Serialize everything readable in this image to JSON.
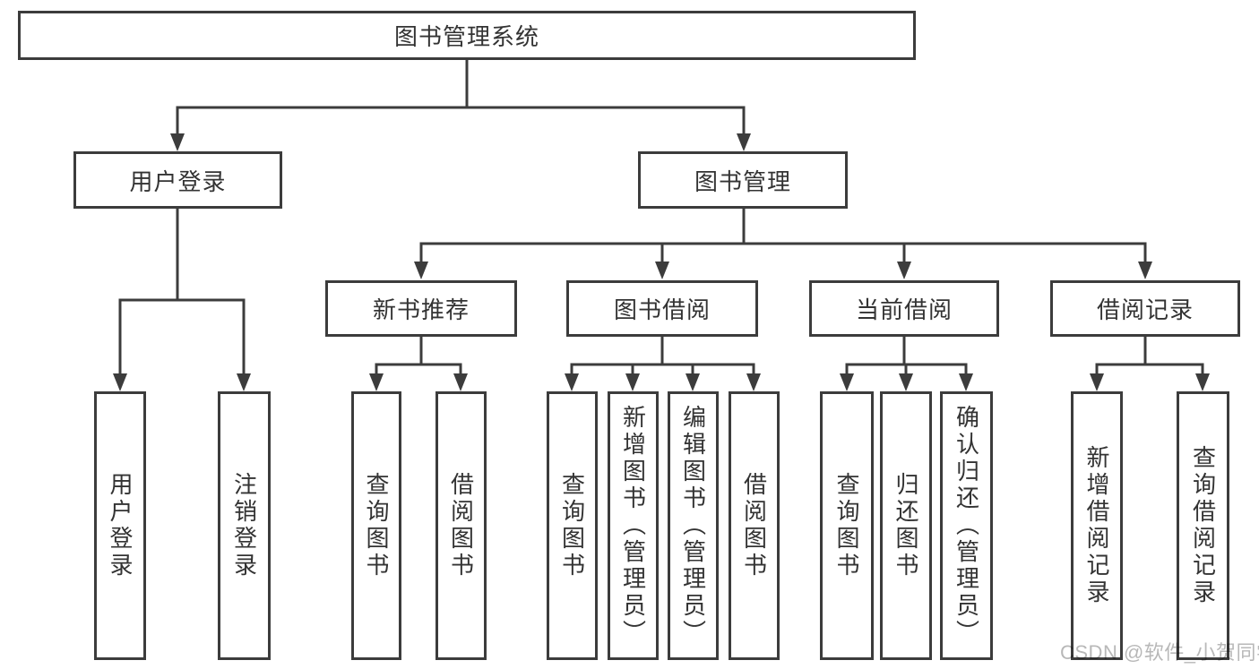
{
  "diagram": {
    "title": "图书管理系统",
    "watermark": "CSDN @软件_小贺同学",
    "colors": {
      "line": "#3c3c3c",
      "text": "#333333",
      "watermark": "#b8b8b8",
      "background": "#ffffff"
    },
    "tree": {
      "label": "图书管理系统",
      "children": [
        {
          "label": "用户登录",
          "children": [
            {
              "label": "用户登录"
            },
            {
              "label": "注销登录"
            }
          ]
        },
        {
          "label": "图书管理",
          "children": [
            {
              "label": "新书推荐",
              "children": [
                {
                  "label": "查询图书"
                },
                {
                  "label": "借阅图书"
                }
              ]
            },
            {
              "label": "图书借阅",
              "children": [
                {
                  "label": "查询图书"
                },
                {
                  "label": "新增图书（管理员）"
                },
                {
                  "label": "编辑图书（管理员）"
                },
                {
                  "label": "借阅图书"
                }
              ]
            },
            {
              "label": "当前借阅",
              "children": [
                {
                  "label": "查询图书"
                },
                {
                  "label": "归还图书"
                },
                {
                  "label": "确认归还（管理员）"
                }
              ]
            },
            {
              "label": "借阅记录",
              "children": [
                {
                  "label": "新增借阅记录"
                },
                {
                  "label": "查询借阅记录"
                }
              ]
            }
          ]
        }
      ]
    }
  }
}
